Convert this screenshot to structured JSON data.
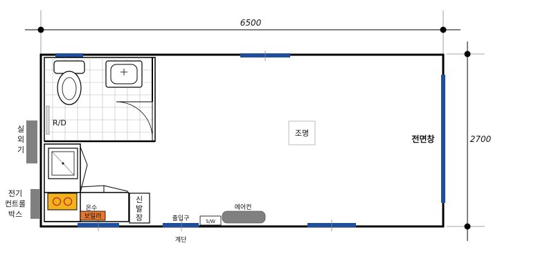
{
  "dimensions": {
    "width": "6500",
    "height": "2700"
  },
  "labels": {
    "rd": "R/D",
    "light": "조명",
    "front_window": "전면창",
    "outdoor_unit": [
      "실",
      "외",
      "기"
    ],
    "electric_box": [
      "전기",
      "컨트롤",
      "박스"
    ],
    "hot_water": "온수",
    "boiler": "보일러",
    "shoe_rack": [
      "신",
      "발",
      "장"
    ],
    "entrance": "출입구",
    "switch": "S/W",
    "aircon": "에어컨",
    "stairs": "계단"
  },
  "colors": {
    "window": "#1f4e9c",
    "boiler": "#e8772e",
    "cooktop": "#f2b21b",
    "unit": "#808080"
  }
}
